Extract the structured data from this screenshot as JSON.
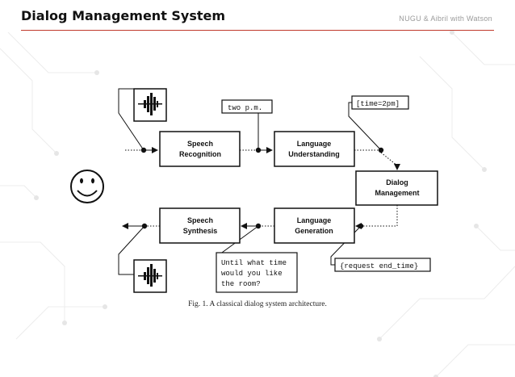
{
  "slide": {
    "title": "Dialog Management System",
    "tag": "NUGU & Aibril with Watson"
  },
  "diagram": {
    "boxes": {
      "speech_recognition": [
        "Speech",
        "Recognition"
      ],
      "language_understanding": [
        "Language",
        "Understanding"
      ],
      "dialog_management": [
        "Dialog",
        "Management"
      ],
      "language_generation": [
        "Language",
        "Generation"
      ],
      "speech_synthesis": [
        "Speech",
        "Synthesis"
      ]
    },
    "labels": {
      "asr_output": "two p.m.",
      "nlu_output": "[time=2pm]",
      "dm_output": "{request end_time}",
      "nlg_output": [
        "Until what time",
        "would you like",
        "the room?"
      ]
    },
    "icons": {
      "user": "smiley-face-icon",
      "audio_in": "waveform-icon",
      "audio_out": "waveform-icon"
    },
    "caption": "Fig. 1.  A classical dialog system architecture."
  }
}
